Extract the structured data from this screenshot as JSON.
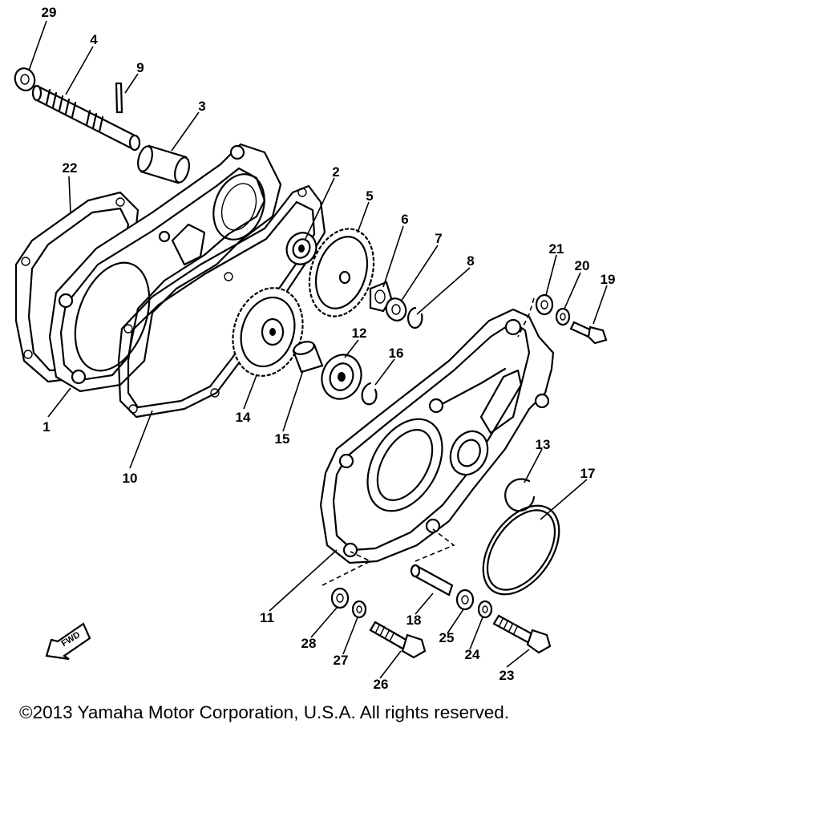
{
  "diagram": {
    "title": "",
    "callouts": [
      {
        "id": "29",
        "text": "29"
      },
      {
        "id": "4",
        "text": "4"
      },
      {
        "id": "9",
        "text": "9"
      },
      {
        "id": "3",
        "text": "3"
      },
      {
        "id": "22",
        "text": "22"
      },
      {
        "id": "2",
        "text": "2"
      },
      {
        "id": "5",
        "text": "5"
      },
      {
        "id": "6",
        "text": "6"
      },
      {
        "id": "7",
        "text": "7"
      },
      {
        "id": "8",
        "text": "8"
      },
      {
        "id": "21",
        "text": "21"
      },
      {
        "id": "20",
        "text": "20"
      },
      {
        "id": "19",
        "text": "19"
      },
      {
        "id": "12",
        "text": "12"
      },
      {
        "id": "16",
        "text": "16"
      },
      {
        "id": "1",
        "text": "1"
      },
      {
        "id": "14",
        "text": "14"
      },
      {
        "id": "15",
        "text": "15"
      },
      {
        "id": "10",
        "text": "10"
      },
      {
        "id": "13",
        "text": "13"
      },
      {
        "id": "17",
        "text": "17"
      },
      {
        "id": "11",
        "text": "11"
      },
      {
        "id": "18",
        "text": "18"
      },
      {
        "id": "28",
        "text": "28"
      },
      {
        "id": "27",
        "text": "27"
      },
      {
        "id": "26",
        "text": "26"
      },
      {
        "id": "25",
        "text": "25"
      },
      {
        "id": "24",
        "text": "24"
      },
      {
        "id": "23",
        "text": "23"
      }
    ],
    "direction_marker": "FWD"
  },
  "footer": {
    "copyright": "©2013 Yamaha Motor Corporation, U.S.A. All rights reserved."
  }
}
